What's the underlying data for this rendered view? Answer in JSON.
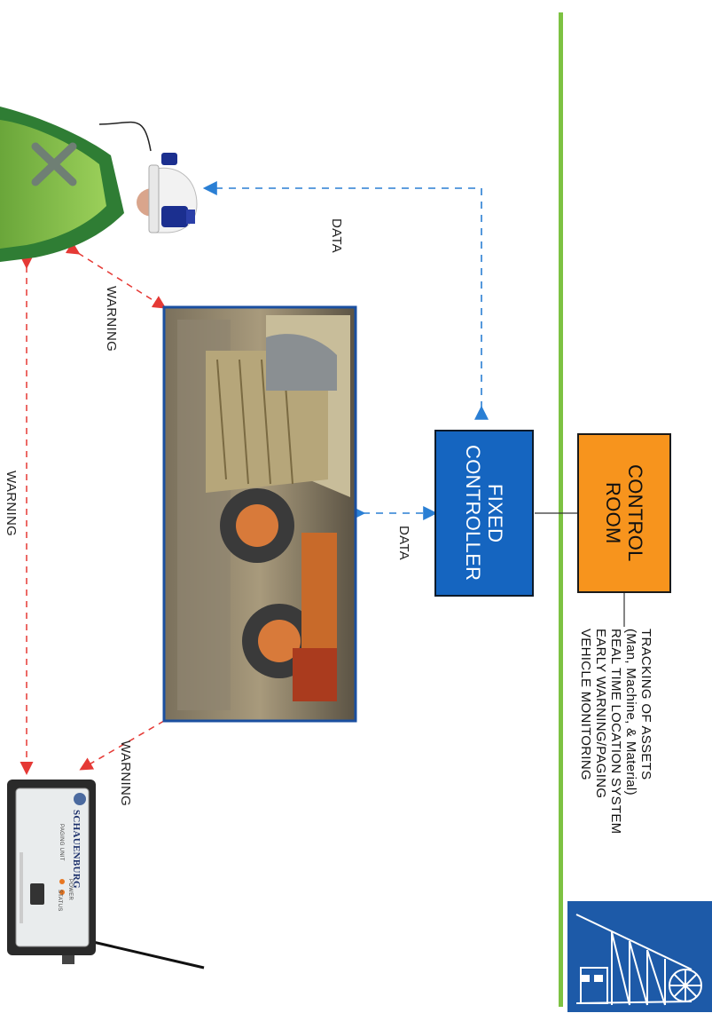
{
  "labels": {
    "data_top": "DATA",
    "data_mid": "DATA",
    "warning_left_top": "WARNING",
    "warning_left_mid": "WARNING",
    "warning_left_bottom": "WARNING"
  },
  "fixed_controller": {
    "label": "FIXED CONTROLLER",
    "line1": "FIXED",
    "line2": "CONTROLLER"
  },
  "control_room": {
    "label": "CONTROL ROOM",
    "line1": "CONTROL",
    "line2": "ROOM"
  },
  "features": [
    "TRACKING OF ASSETS",
    "(Man, Machine, & Material)",
    "REAL TIME LOCATION SYSTEM",
    "EARLY WARNING/PAGING",
    "VEHICLE MONITORING"
  ],
  "pager_device": {
    "brand": "SCHAUENBURG",
    "model": "PAGING UNIT",
    "led_power": "POWER",
    "led_status": "STATUS"
  },
  "colors": {
    "controller_fill": "#1565c0",
    "control_room_fill": "#f7941d",
    "divider_green": "#7dc242",
    "data_arrow": "#2a7fd4",
    "warning_arrow": "#e53935",
    "image_border": "#1a4fa0"
  },
  "icons": {
    "miner": "miner-with-helmet-lamp-icon",
    "truck": "underground-haul-truck-image",
    "pager": "paging-unit-device-icon",
    "logo": "mine-headframe-logo-icon"
  }
}
